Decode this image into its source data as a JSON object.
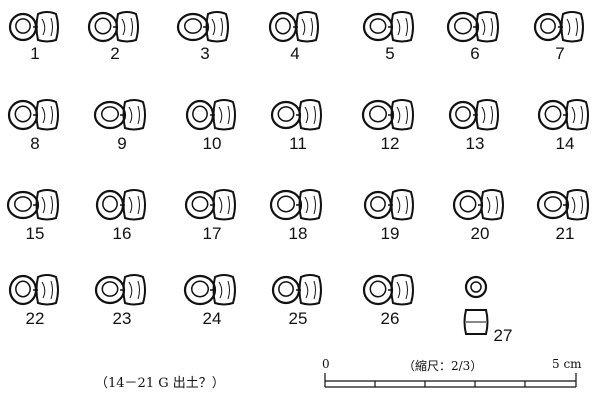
{
  "bead_numbers": [
    "1",
    "2",
    "3",
    "4",
    "5",
    "6",
    "7",
    "8",
    "9",
    "10",
    "11",
    "12",
    "13",
    "14",
    "15",
    "16",
    "17",
    "18",
    "19",
    "20",
    "21",
    "22",
    "23",
    "24",
    "25",
    "26",
    "27"
  ],
  "caption": "（14－21 G 出土？）",
  "scale": {
    "zero_label": "0",
    "title": "（縮尺：2/3）",
    "end_label": "5 cm"
  }
}
